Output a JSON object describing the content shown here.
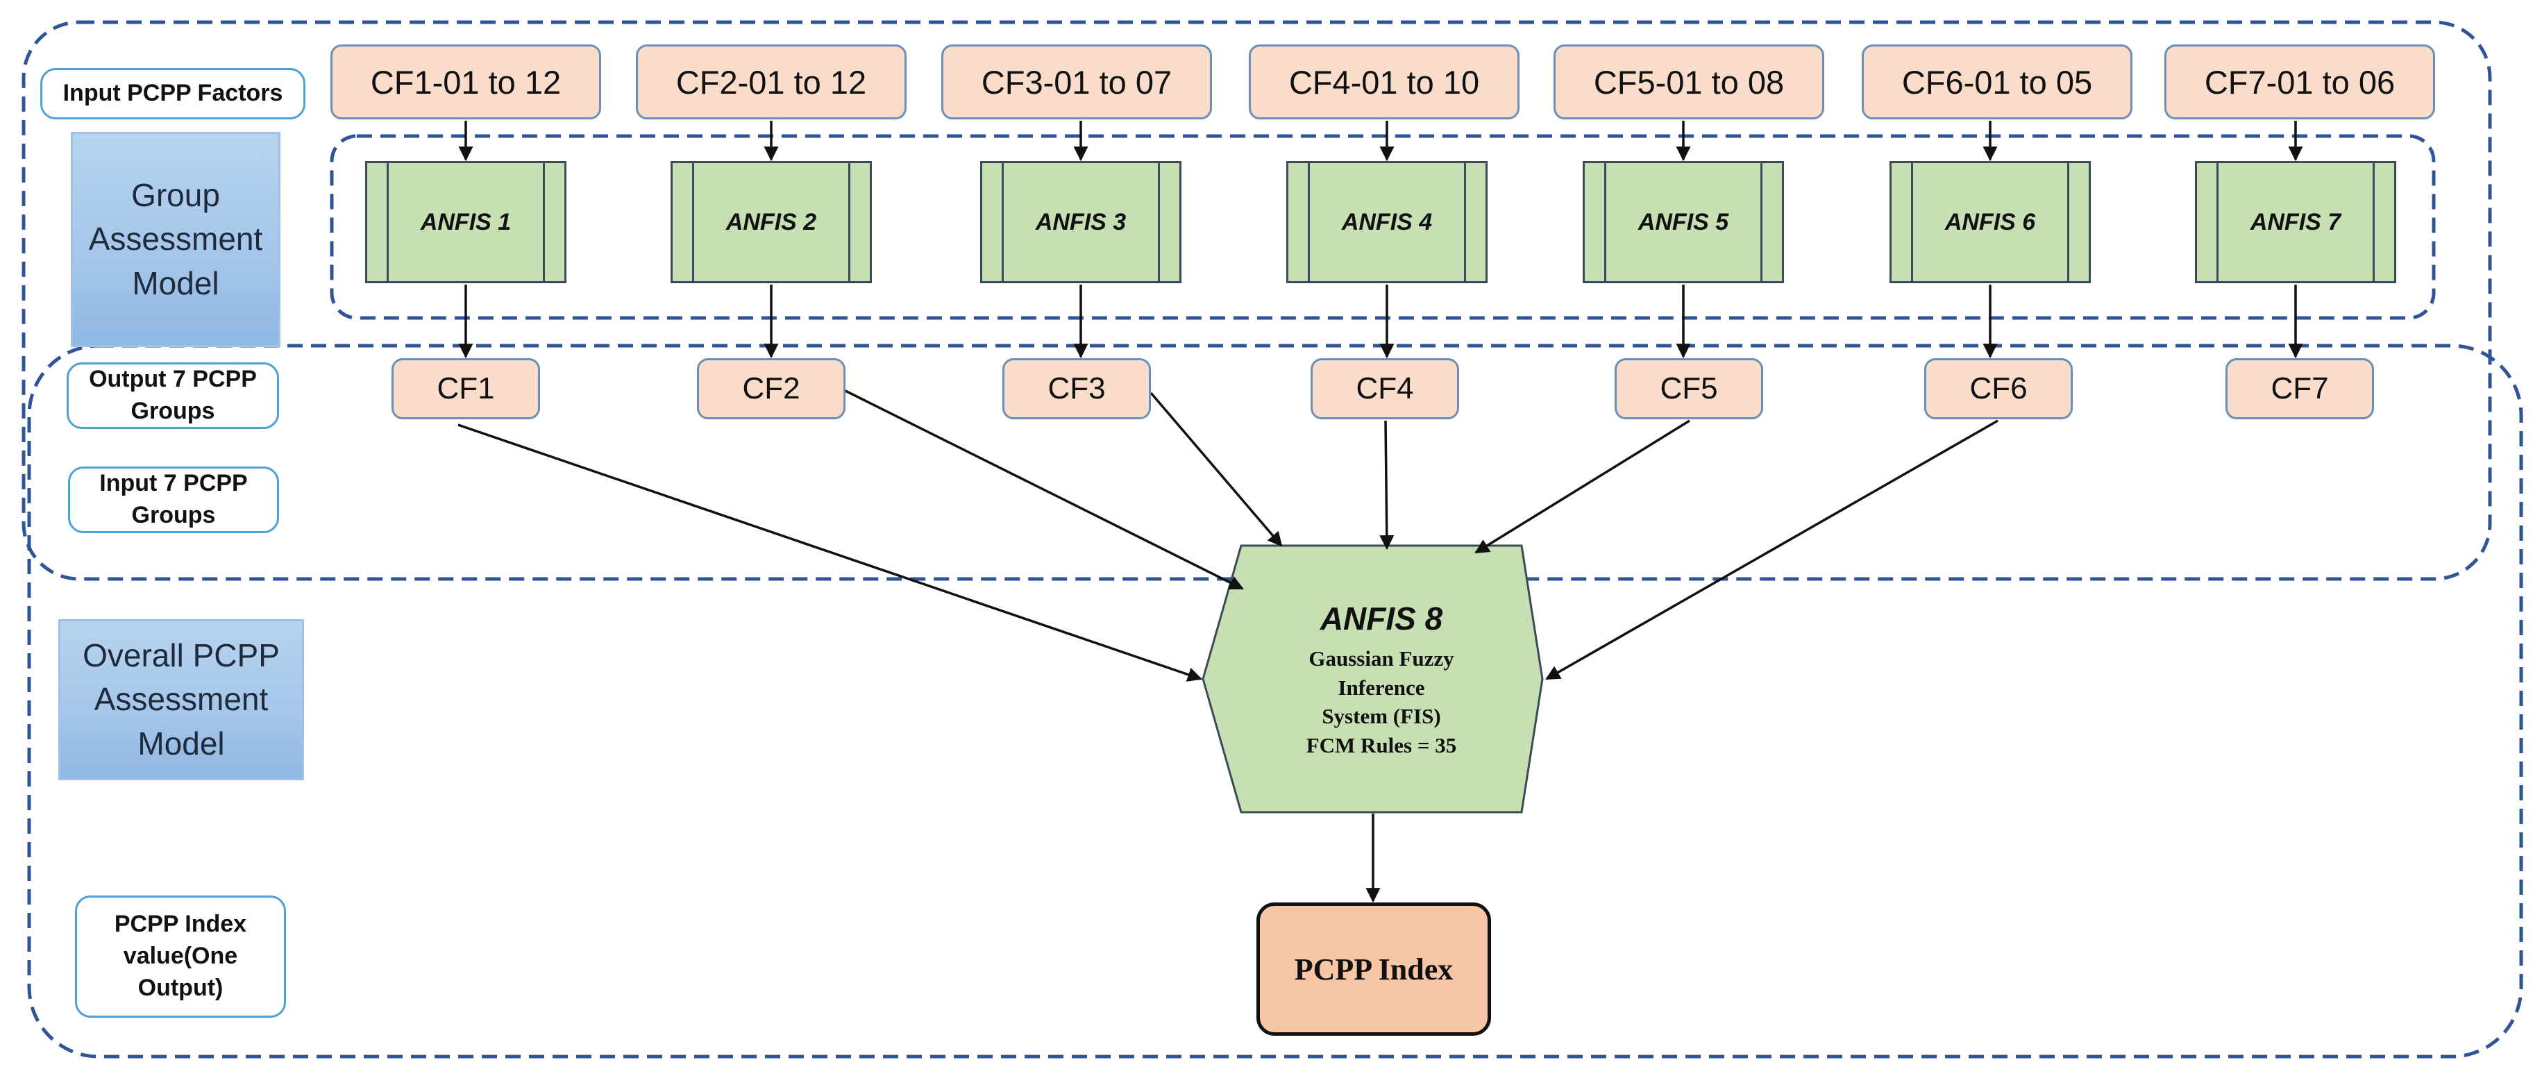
{
  "labels": {
    "input_factors": "Input PCPP Factors",
    "output_groups": "Output  7 PCPP Groups",
    "input_groups": "Input  7 PCPP Groups",
    "index_value": "PCPP Index value(One Output)"
  },
  "models": {
    "group": "Group Assessment Model",
    "overall": "Overall PCPP Assessment Model"
  },
  "factors": [
    "CF1-01 to 12",
    "CF2-01 to 12",
    "CF3-01 to 07",
    "CF4-01 to 10",
    "CF5-01 to 08",
    "CF6-01 to 05",
    "CF7-01 to 06"
  ],
  "anfis": [
    "ANFIS 1",
    "ANFIS 2",
    "ANFIS 3",
    "ANFIS 4",
    "ANFIS 5",
    "ANFIS 6",
    "ANFIS 7"
  ],
  "groups": [
    "CF1",
    "CF2",
    "CF3",
    "CF4",
    "CF5",
    "CF6",
    "CF7"
  ],
  "anfis8": {
    "title": "ANFIS 8",
    "line1": "Gaussian Fuzzy",
    "line2": "Inference",
    "line3": "System (FIS)",
    "line4": "FCM Rules = 35"
  },
  "output": "PCPP Index",
  "colors": {
    "dashed_border": "#2f5597",
    "factor_fill": "#f9dcc9",
    "anfis_fill": "#c6e0b4",
    "model_fill": "#a4c6ea",
    "output_fill": "#f7c6a7",
    "label_border": "#4f9fd8"
  }
}
